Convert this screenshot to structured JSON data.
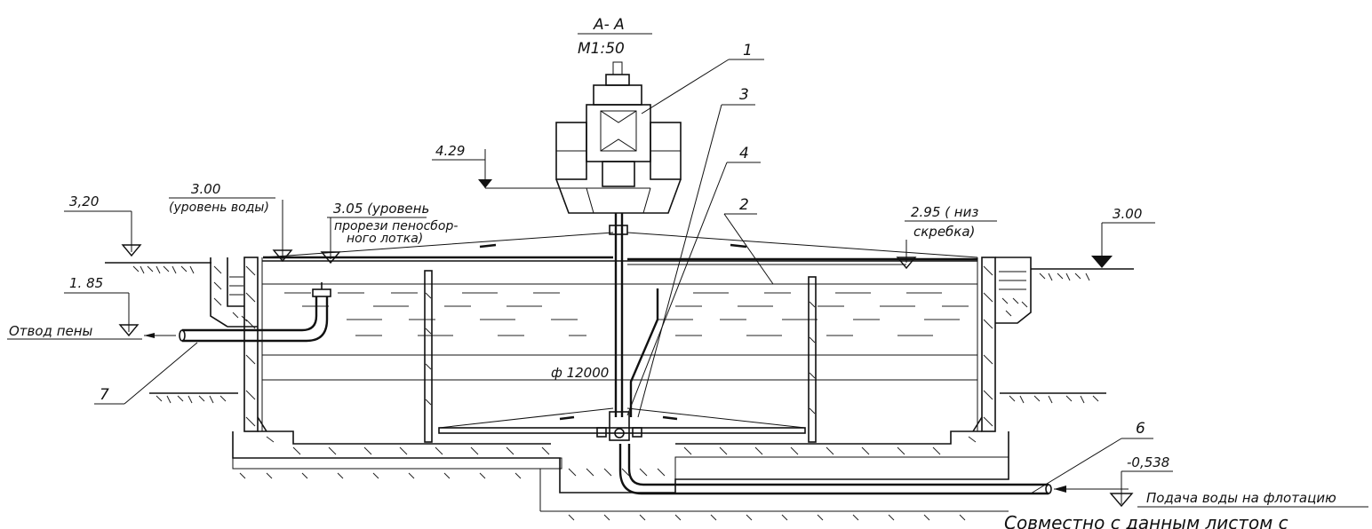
{
  "section": {
    "title": "А- А",
    "scale": "М1:50"
  },
  "labels": {
    "elev_429": "4.29",
    "elev_320": "3,20",
    "elev_300_left": "3.00",
    "water_level": "(уровень воды)",
    "elev_305": "3.05 (уровень",
    "foam_slot_1": "прорези пеносбор-",
    "foam_slot_2": "ного лотка)",
    "elev_295": "2.95 ( низ",
    "scraper": "скребка)",
    "elev_300_right": "3.00",
    "elev_185": "1. 85",
    "foam_outlet": "Отвод пены",
    "diameter": "ф 12000",
    "elev_0538": "-0,538",
    "water_supply": "Подача воды на флотацию",
    "note": "Совместно с данным листом с"
  },
  "callouts": [
    "1",
    "2",
    "3",
    "4",
    "6",
    "7"
  ]
}
